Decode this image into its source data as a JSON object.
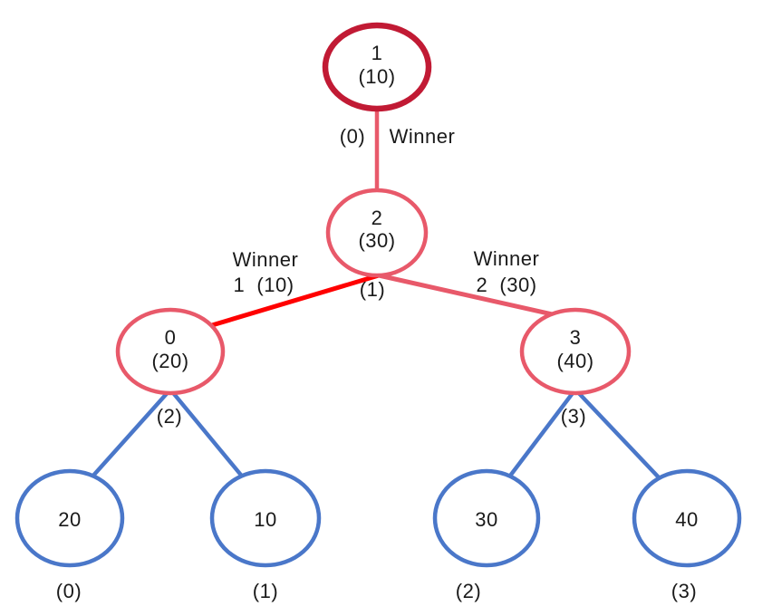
{
  "colors": {
    "dark_red": "#C11A34",
    "rose": "#E8596A",
    "bright_red": "#FF0000",
    "blue": "#4A77C9",
    "text": "#1A1A1A"
  },
  "root": {
    "label": "1",
    "key": "(10)"
  },
  "root_edge": {
    "slot": "(0)",
    "winner": "Winner"
  },
  "node2": {
    "label": "2",
    "key": "(30)",
    "slot": "(1)"
  },
  "edge_to_node0": {
    "line1": "Winner",
    "line2": "1  (10)"
  },
  "edge_to_node3": {
    "line1": "Winner",
    "line2": "2  (30)"
  },
  "node0": {
    "label": "0",
    "key": "(20)",
    "slot": "(2)"
  },
  "node3": {
    "label": "3",
    "key": "(40)",
    "slot": "(3)"
  },
  "leaves": [
    {
      "value": "20",
      "slot": "(0)"
    },
    {
      "value": "10",
      "slot": "(1)"
    },
    {
      "value": "30",
      "slot": "(2)"
    },
    {
      "value": "40",
      "slot": "(3)"
    }
  ]
}
